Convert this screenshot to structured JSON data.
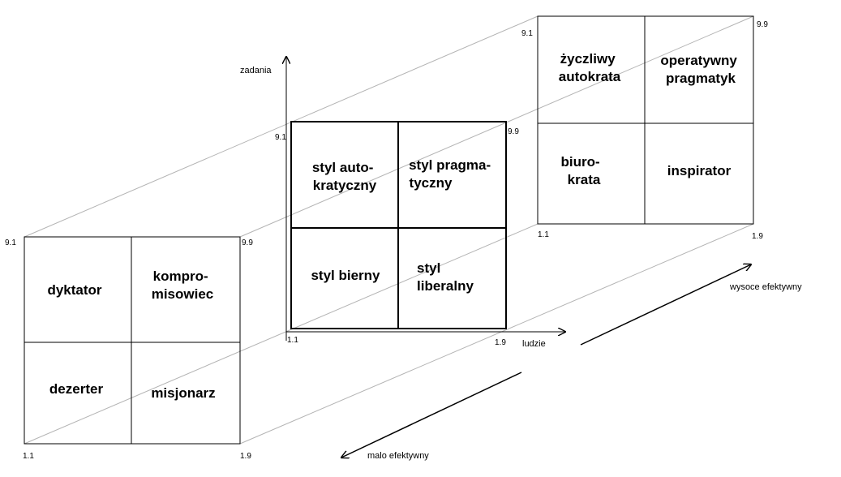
{
  "axes": {
    "vertical": "zadania",
    "horizontal": "ludzie"
  },
  "arrows": {
    "forward": "wysoce efektywny",
    "backward": "malo efektywny"
  },
  "grids": {
    "left": {
      "corners": {
        "top_left": "9.1",
        "top_right": "9.9",
        "bottom_left": "1.1",
        "bottom_right": "1.9"
      },
      "cells": {
        "top_left": [
          "dyktator"
        ],
        "top_right": [
          "kompro-",
          "misowiec"
        ],
        "bottom_left": [
          "dezerter"
        ],
        "bottom_right": [
          "misjonarz"
        ]
      }
    },
    "middle": {
      "corners": {
        "top_left": "9.1",
        "top_right": "9.9",
        "bottom_left": "1.1",
        "bottom_right": "1.9"
      },
      "cells": {
        "top_left": [
          "styl auto-",
          "kratyczny"
        ],
        "top_right": [
          "styl pragma-",
          "tyczny"
        ],
        "bottom_left": [
          "styl bierny"
        ],
        "bottom_right": [
          "styl",
          "liberalny"
        ]
      }
    },
    "right": {
      "corners": {
        "top_left": "9.1",
        "top_right": "9.9",
        "bottom_left": "1.1",
        "bottom_right": "1.9"
      },
      "cells": {
        "top_left": [
          "życzliwy",
          "autokrata"
        ],
        "top_right": [
          "operatywny",
          "pragmatyk"
        ],
        "bottom_left": [
          "biuro-",
          "krata"
        ],
        "bottom_right": [
          "inspirator"
        ]
      }
    }
  }
}
